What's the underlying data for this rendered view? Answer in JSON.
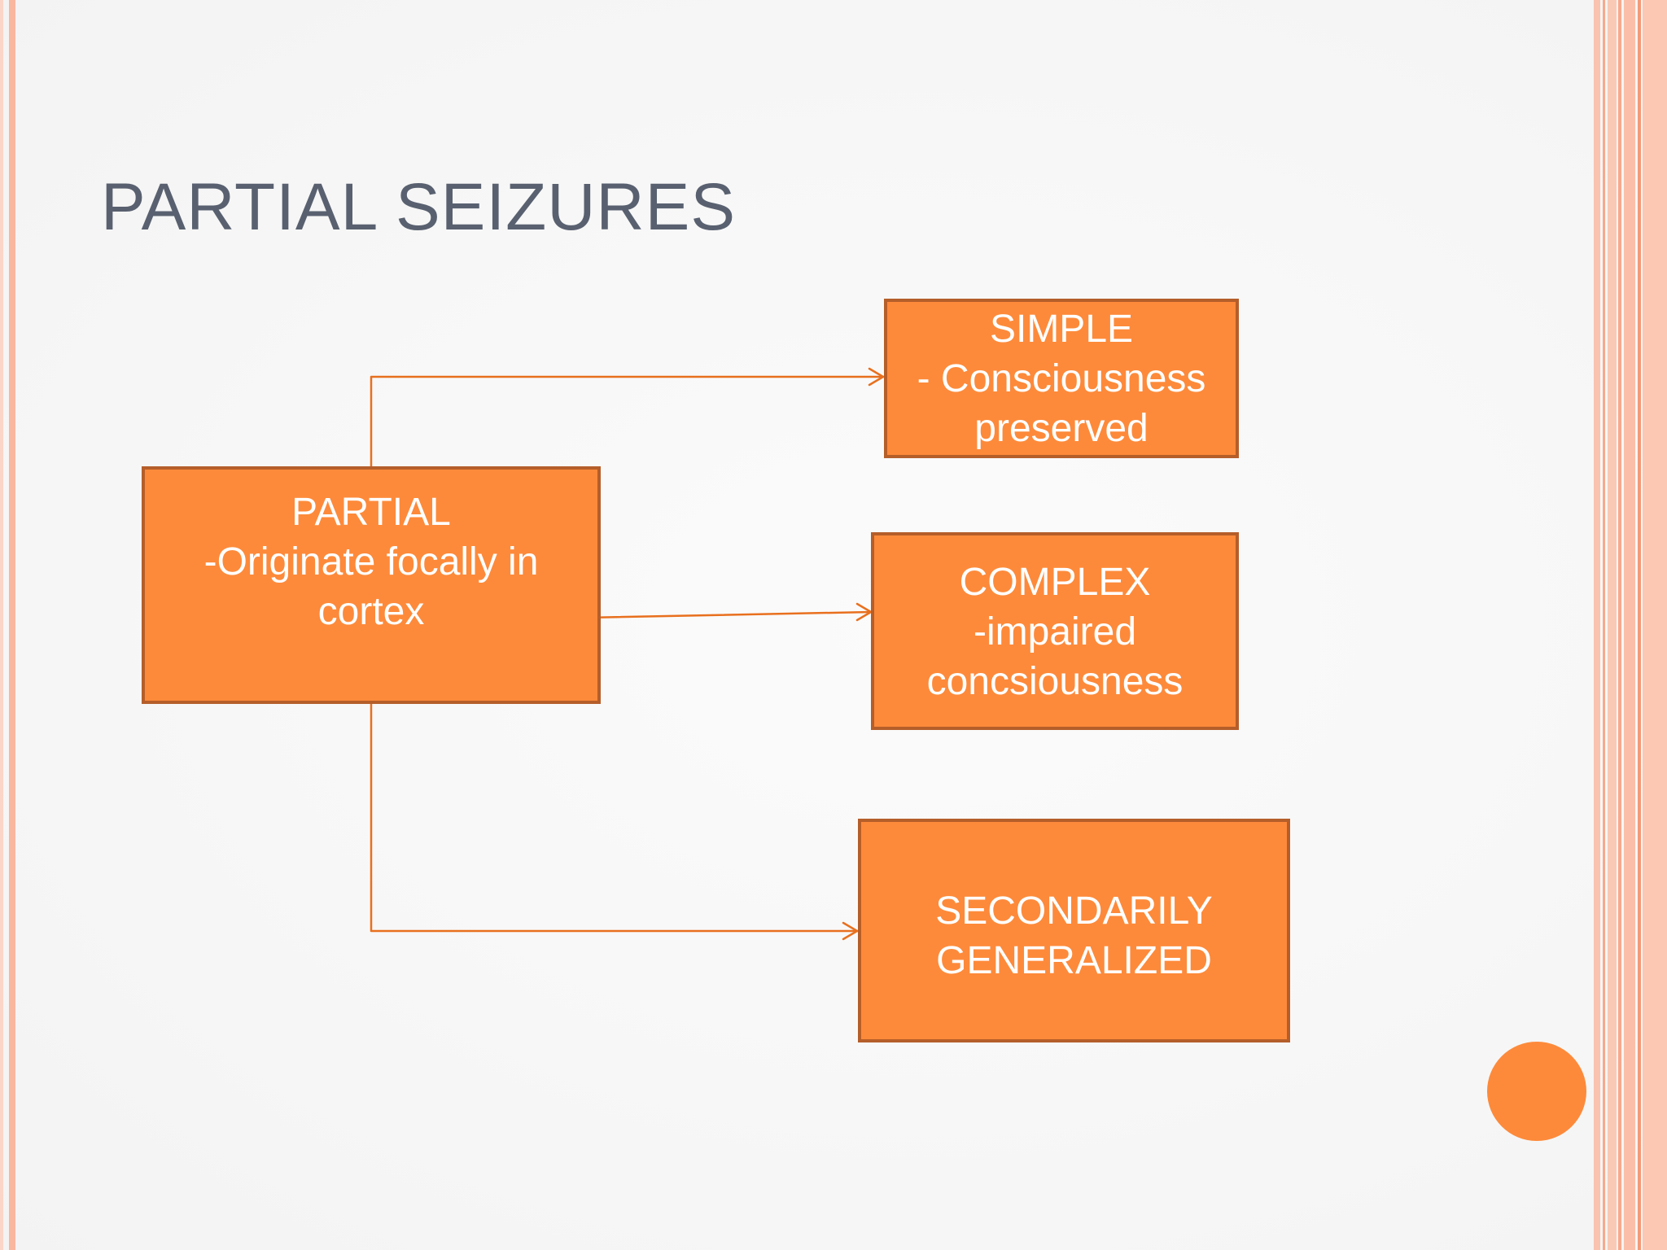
{
  "slide": {
    "title": "PARTIAL SEIZURES"
  },
  "diagram": {
    "root": {
      "lines": [
        "PARTIAL",
        "-Originate focally in",
        "cortex"
      ]
    },
    "children": [
      {
        "id": "simple",
        "lines": [
          "SIMPLE",
          "- Consciousness",
          "preserved"
        ]
      },
      {
        "id": "complex",
        "lines": [
          "COMPLEX",
          "-impaired",
          "concsiousness"
        ]
      },
      {
        "id": "secondarily-generalized",
        "lines": [
          "SECONDARILY",
          "GENERALIZED"
        ]
      }
    ]
  },
  "colors": {
    "box_fill": "#fd8a3a",
    "box_border": "#b55e2a",
    "connector": "#e8701e",
    "title_text": "#596170",
    "frame_stripe": "#f8b8a0"
  }
}
